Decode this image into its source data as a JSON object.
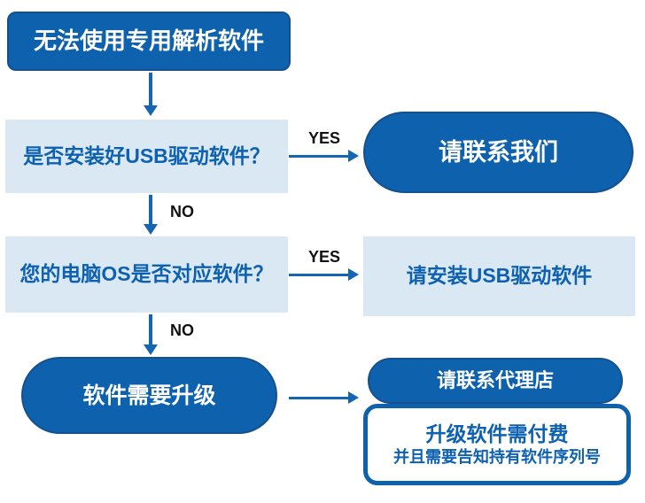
{
  "flowchart": {
    "start": {
      "label": "无法使用专用解析软件"
    },
    "q1": {
      "label": "是否安装好USB驱动软件？",
      "yes": "YES",
      "no": "NO"
    },
    "contact_us": {
      "label": "请联系我们"
    },
    "q2": {
      "label": "您的电脑OS是否对应软件？",
      "yes": "YES",
      "no": "NO"
    },
    "install_driver": {
      "label": "请安装USB驱动软件"
    },
    "upgrade": {
      "label": "软件需要升级"
    },
    "contact_dealer": {
      "label": "请联系代理店"
    },
    "note": {
      "line1": "升级软件需付费",
      "line2": "并且需要告知持有软件序列号"
    }
  },
  "palette": {
    "dark_blue": "#0E61AC",
    "light_blue": "#D9E8F2",
    "text_blue": "#0D61B0",
    "arrow_blue": "#1565B5",
    "branch_label_color": "#111111",
    "background": "#FFFFFF"
  }
}
